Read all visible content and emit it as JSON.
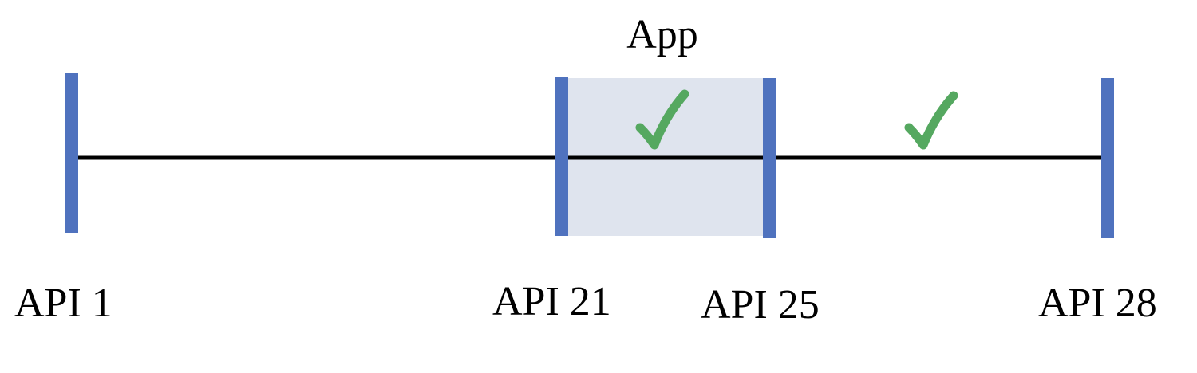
{
  "app_label": "App",
  "colors": {
    "marker": "#4f72be",
    "timeline": "#000000",
    "range_fill": "#dfe4ee",
    "check": "#55a860"
  },
  "markers": [
    {
      "label": "API 1"
    },
    {
      "label": "API 21"
    },
    {
      "label": "API 25"
    },
    {
      "label": "API 28"
    }
  ],
  "checks": [
    {
      "icon": "check-icon",
      "segment": "API 21 - API 25"
    },
    {
      "icon": "check-icon",
      "segment": "API 25 - API 28"
    }
  ]
}
